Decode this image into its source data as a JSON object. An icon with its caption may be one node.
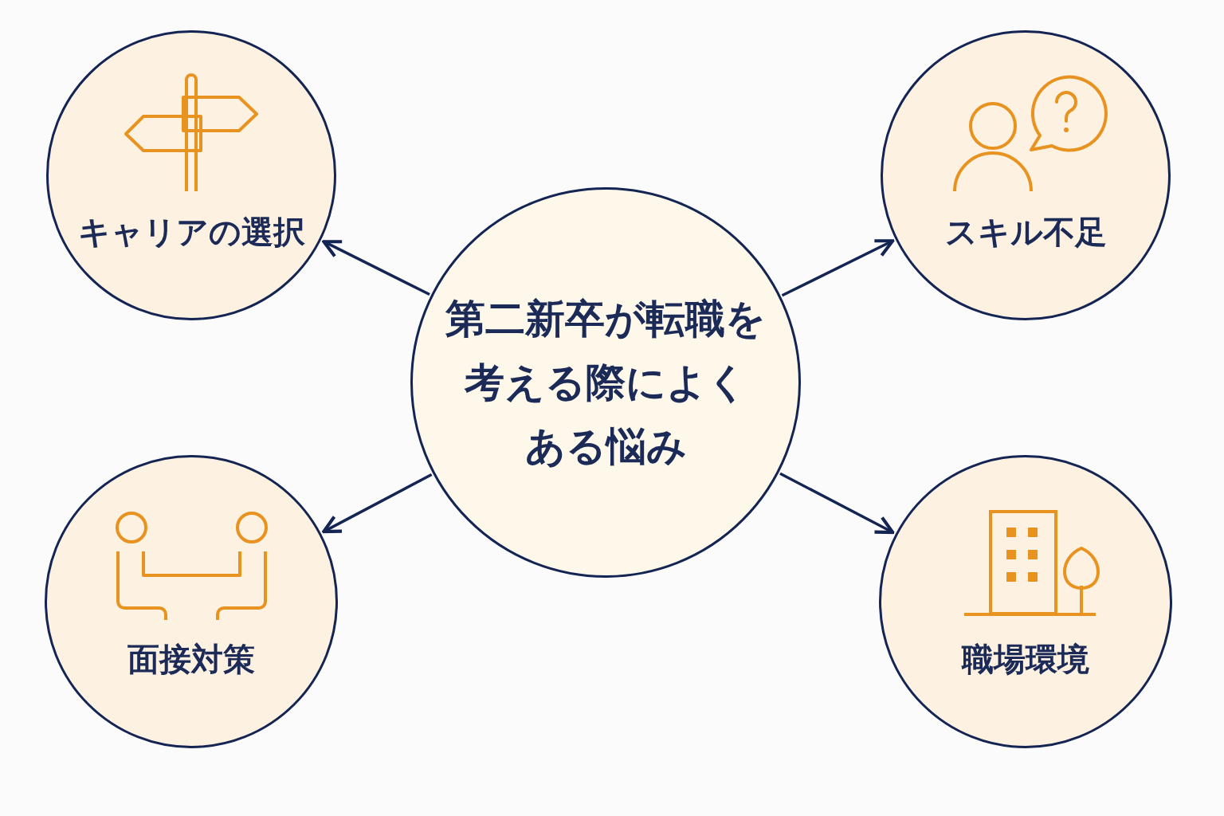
{
  "diagram": {
    "nodes": [
      {
        "text": [
          "第二新卒が転職を考える際によくある悩み"
        ]
      },
      {
        "text": [
          "キャリアの選択"
        ]
      },
      {
        "text": [
          "スキル不足"
        ]
      },
      {
        "text": [
          "面接対策"
        ]
      },
      {
        "text": [
          "職場環境"
        ]
      }
    ],
    "edges": [
      {
        "from": 0,
        "to": 1,
        "arrow": "to"
      },
      {
        "from": 0,
        "to": 2,
        "arrow": "to"
      },
      {
        "from": 0,
        "to": 3,
        "arrow": "to"
      },
      {
        "from": 0,
        "to": 4,
        "arrow": "to"
      }
    ]
  }
}
